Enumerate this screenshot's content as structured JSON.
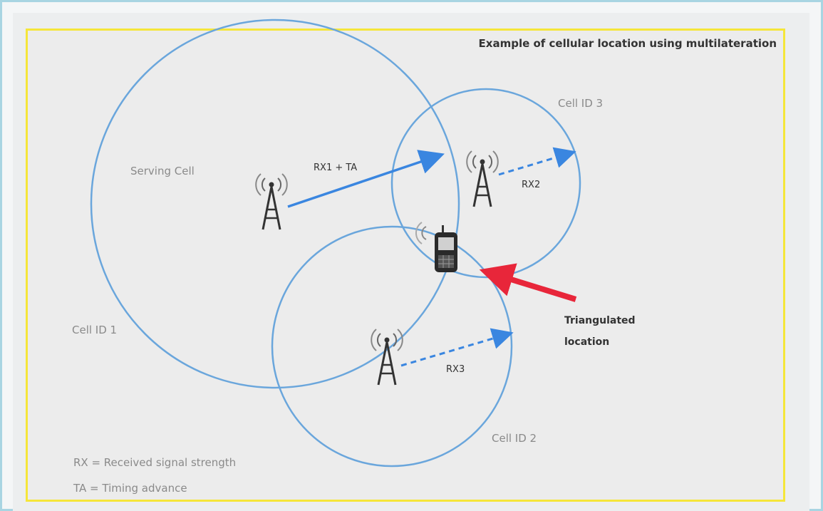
{
  "title": "Example of cellular location using multilateration",
  "labels": {
    "serving_cell": "Serving Cell",
    "cell_id_1": "Cell ID 1",
    "cell_id_2": "Cell ID 2",
    "cell_id_3": "Cell ID 3",
    "rx1_ta": "RX1 + TA",
    "rx2": "RX2",
    "rx3": "RX3",
    "triangulated_line1": "Triangulated",
    "triangulated_line2": "location"
  },
  "legend": {
    "rx": "RX = Received signal strength",
    "ta": "TA = Timing advance"
  },
  "colors": {
    "circle": "#6aa6dc",
    "arrow_blue": "#3a86e0",
    "arrow_red": "#e8263a",
    "tower": "#333333",
    "border_yellow": "#f5e63a",
    "panel_bg": "#ececec"
  }
}
